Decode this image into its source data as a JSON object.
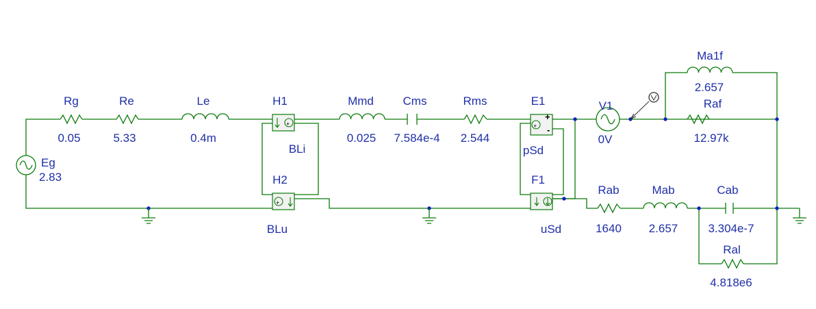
{
  "components": {
    "Rg": {
      "name": "Rg",
      "value": "0.05"
    },
    "Re": {
      "name": "Re",
      "value": "5.33"
    },
    "Le": {
      "name": "Le",
      "value": "0.4m"
    },
    "H1": {
      "name": "H1",
      "value": "BLi"
    },
    "Mmd": {
      "name": "Mmd",
      "value": "0.025"
    },
    "Cms": {
      "name": "Cms",
      "value": "7.584e-4"
    },
    "Rms": {
      "name": "Rms",
      "value": "2.544"
    },
    "E1": {
      "name": "E1",
      "value": "pSd"
    },
    "V1": {
      "name": "V1",
      "value": "0V"
    },
    "Ma1f": {
      "name": "Ma1f",
      "value": "2.657"
    },
    "Raf": {
      "name": "Raf",
      "value": "12.97k"
    },
    "Eg": {
      "name": "Eg",
      "value": "2.83"
    },
    "H2": {
      "name": "H2",
      "value": "BLu"
    },
    "F1": {
      "name": "F1",
      "value": "uSd"
    },
    "Rab": {
      "name": "Rab",
      "value": "1640"
    },
    "Mab": {
      "name": "Mab",
      "value": "2.657"
    },
    "Cab": {
      "name": "Cab",
      "value": "3.304e-7"
    },
    "Ral": {
      "name": "Ral",
      "value": "4.818e6"
    }
  },
  "source_signs": {
    "plus": "+",
    "minus": "-"
  }
}
